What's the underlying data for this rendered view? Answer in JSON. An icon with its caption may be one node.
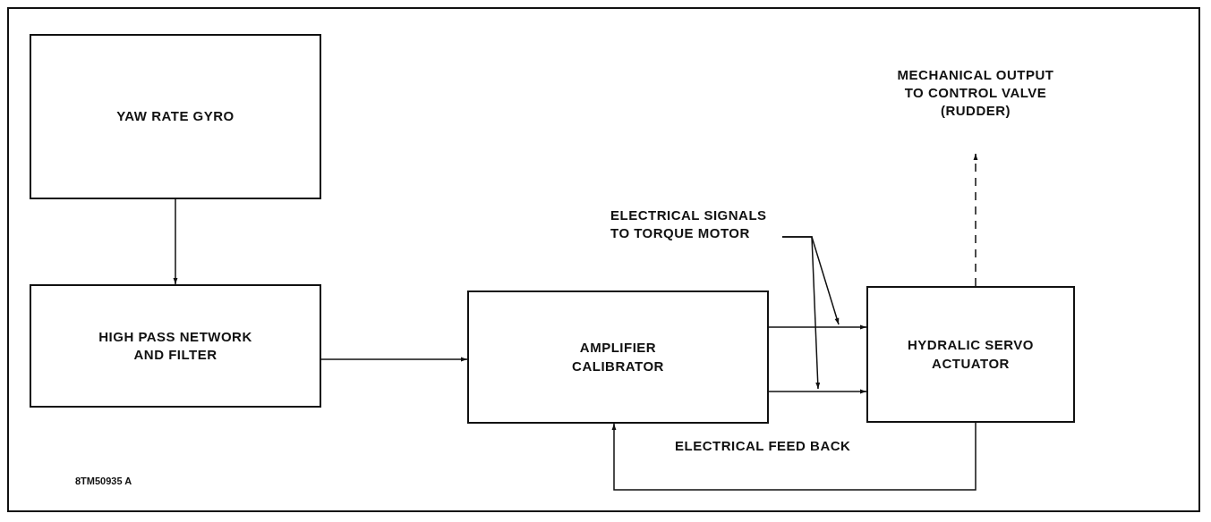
{
  "diagram": {
    "nodes": [
      {
        "text": [
          "YAW RATE GYRO"
        ]
      },
      {
        "text": [
          "HIGH PASS NETWORK AND FILTER"
        ]
      },
      {
        "text": [
          "AMPLIFIER CALIBRATOR"
        ]
      },
      {
        "text": [
          "HYDRALIC SERVO ACTUATOR"
        ]
      },
      {
        "text": [
          "ELECTRICAL SIGNALS TO TORQUE MOTOR"
        ]
      },
      {
        "text": [
          "MECHANICAL OUTPUT TO CONTROL VALVE (RUDDER)"
        ]
      }
    ],
    "edges": [
      {
        "from": 0,
        "to": 1,
        "arrow": "to"
      },
      {
        "from": 1,
        "to": 2,
        "arrow": "to"
      },
      {
        "from": 2,
        "to": 3,
        "arrow": "to"
      },
      {
        "from": 2,
        "to": 3,
        "arrow": "to"
      },
      {
        "from": 3,
        "to": 5,
        "arrow": "to",
        "style": "dashed"
      },
      {
        "from": 3,
        "to": 2,
        "arrow": "to",
        "label": "ELECTRICAL FEED BACK"
      },
      {
        "from": 4,
        "to": 3,
        "arrow": "to"
      },
      {
        "from": 4,
        "to": null,
        "arrow": "to"
      }
    ],
    "labels": [
      "8TM50935 A"
    ]
  }
}
